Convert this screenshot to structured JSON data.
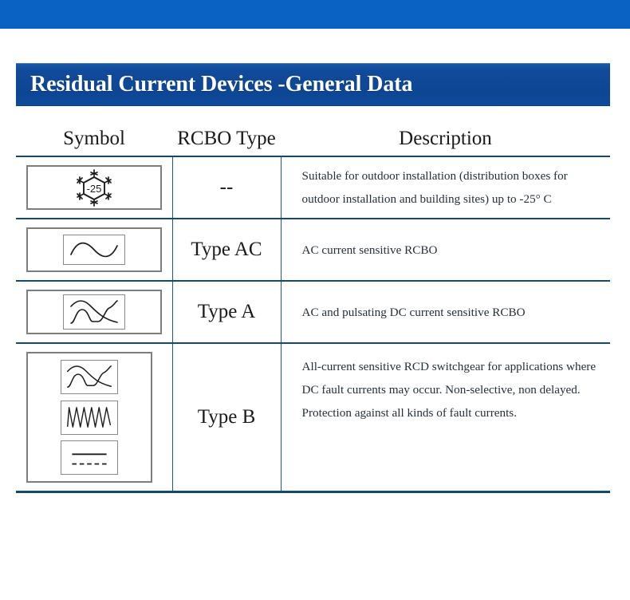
{
  "page": {
    "accent_bar_color": "#0a62c2",
    "banner_color": "#104a9a",
    "table_rule_color": "#13496e",
    "text_color": "#24303c"
  },
  "banner": {
    "title": "Residual Current Devices -General Data"
  },
  "table": {
    "columns": [
      {
        "key": "symbol",
        "label": "Symbol"
      },
      {
        "key": "rcbo_type",
        "label": "RCBO Type"
      },
      {
        "key": "description",
        "label": "Description"
      }
    ],
    "rows": [
      {
        "symbol_name": "snowflake-minus-25-symbol",
        "symbol_text": "-25",
        "rcbo_type": "--",
        "description": "Suitable for outdoor installation (distribution boxes for outdoor installation and building sites) up to -25° C"
      },
      {
        "symbol_name": "sine-wave-symbol",
        "symbol_text": "",
        "rcbo_type": "Type AC",
        "description": "AC current sensitive RCBO"
      },
      {
        "symbol_name": "pulsating-dc-symbol",
        "symbol_text": "",
        "rcbo_type": "Type A",
        "description": "AC and pulsating DC current sensitive RCBO"
      },
      {
        "symbol_name": "all-current-symbol-group",
        "symbol_text": "",
        "rcbo_type": "Type B",
        "description": "All-current sensitive RCD switchgear for applications where DC fault currents may occur. Non-selective, non delayed. Protection against all kinds of fault currents."
      }
    ]
  }
}
